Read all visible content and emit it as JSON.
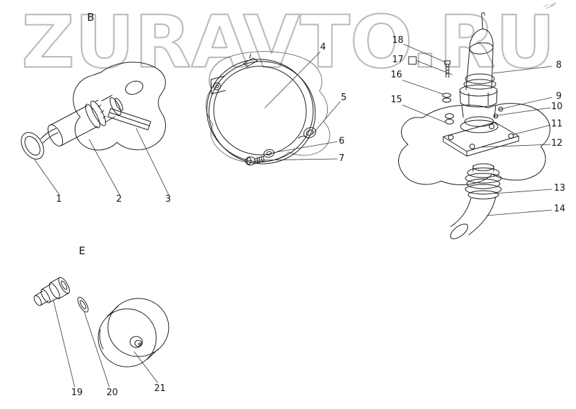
{
  "watermark": "ZURAVTO.RU",
  "sections": {
    "group_b": "B",
    "group_e": "E"
  },
  "callouts": {
    "c1": "1",
    "c2": "2",
    "c3": "3",
    "c4": "4",
    "c5": "5",
    "c6": "6",
    "c7": "7",
    "c8": "8",
    "c9": "9",
    "c10": "10",
    "c11": "11",
    "c12": "12",
    "c13": "13",
    "c14": "14",
    "c15": "15",
    "c16": "16",
    "c17": "17",
    "c18": "18",
    "c19": "19",
    "c20": "20",
    "c21": "21"
  },
  "colors": {
    "line": "#1a1a1a",
    "leader": "#333333",
    "watermark_outline": "#bdbdbd",
    "background": "#ffffff"
  }
}
